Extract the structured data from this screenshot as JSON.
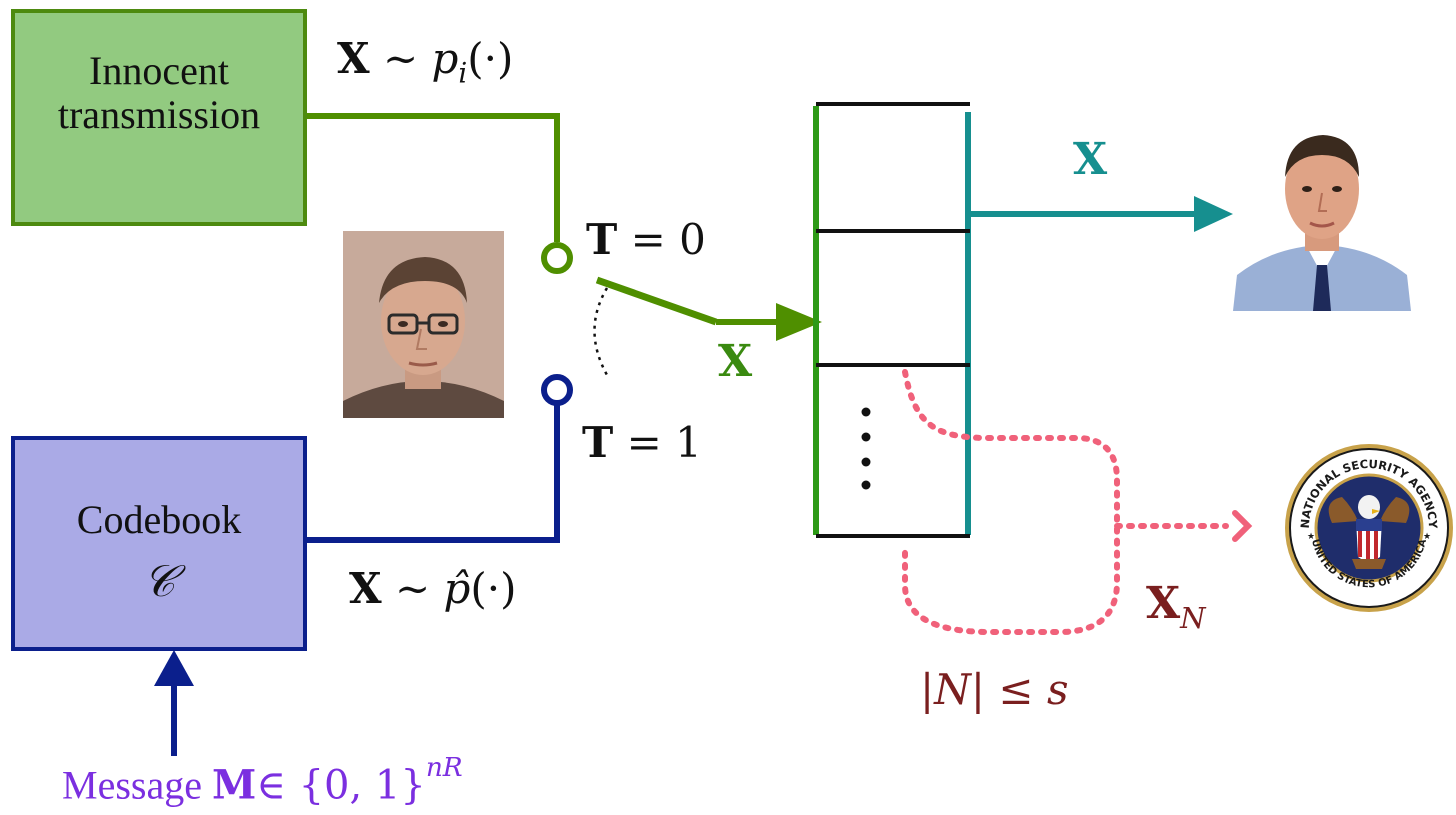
{
  "innocent_box": {
    "line1": "Innocent",
    "line2": "transmission"
  },
  "codebook_box": {
    "label": "Codebook",
    "symbol": "𝒞"
  },
  "labels": {
    "x_pi": {
      "bold": "X",
      "rest": " ∼ ",
      "fn": "p",
      "sub": "i",
      "tail": "(·)"
    },
    "x_phat": {
      "bold": "X",
      "rest": " ∼ ",
      "fn": "p̂",
      "tail": "(·)"
    },
    "t0": {
      "bold": "T",
      "rest": " = 0"
    },
    "t1": {
      "bold": "T",
      "rest": " = 1"
    },
    "x_switch": "X",
    "x_out": "X",
    "xn": {
      "bold": "X",
      "sub": "N"
    },
    "n_bound": "|N| ≤ s",
    "message": {
      "prefix": "Message ",
      "bold": "M",
      "rest": "∈ {0, 1}",
      "sup": "nR"
    }
  },
  "icons": {
    "sender": "sender-portrait-icon",
    "receiver": "receiver-portrait-icon",
    "adversary": "nsa-seal-icon"
  },
  "seal_text": {
    "top": "NATIONAL SECURITY AGENCY",
    "bottom": "UNITED STATES OF AMERICA"
  },
  "colors": {
    "green": "#4f8f00",
    "green_fill": "#92ca80",
    "green_border": "#4d8a0f",
    "blue": "#0b1f8c",
    "blue_fill": "#aaaae6",
    "teal": "#168f8f",
    "pink": "#f0617a",
    "darkred": "#7a1f1f",
    "purple": "#7b2fe0"
  }
}
